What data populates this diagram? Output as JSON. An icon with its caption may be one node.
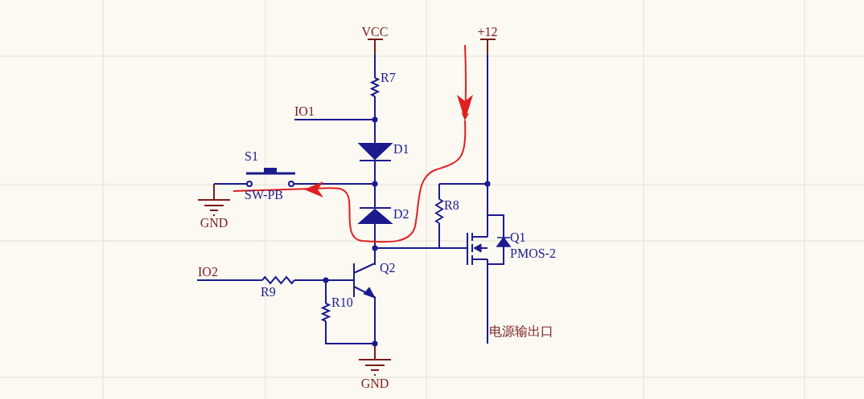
{
  "diagram": {
    "labels": [
      "VCC",
      "+12",
      "R7",
      "IO1",
      "D1",
      "S1",
      "SW-PB",
      "GND",
      "D2",
      "R8",
      "Q1",
      "PMOS-2",
      "IO2",
      "Q2",
      "R9",
      "R10",
      "电源输出口",
      "GND"
    ]
  }
}
